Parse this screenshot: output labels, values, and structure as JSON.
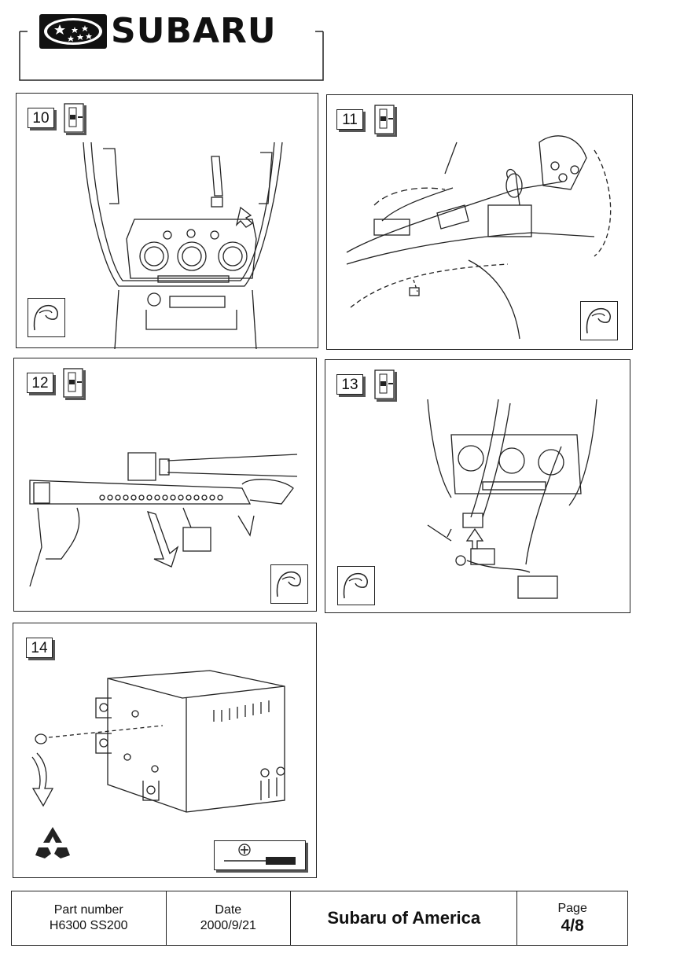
{
  "header": {
    "brand": "SUBARU"
  },
  "steps": [
    {
      "number": "10"
    },
    {
      "number": "11"
    },
    {
      "number": "12"
    },
    {
      "number": "13"
    },
    {
      "number": "14"
    }
  ],
  "footer": {
    "part_number_label": "Part number",
    "part_number_value": "H6300  SS200",
    "date_label": "Date",
    "date_value": "2000/9/21",
    "company": "Subaru of America",
    "page_label": "Page",
    "page_value": "4/8"
  }
}
